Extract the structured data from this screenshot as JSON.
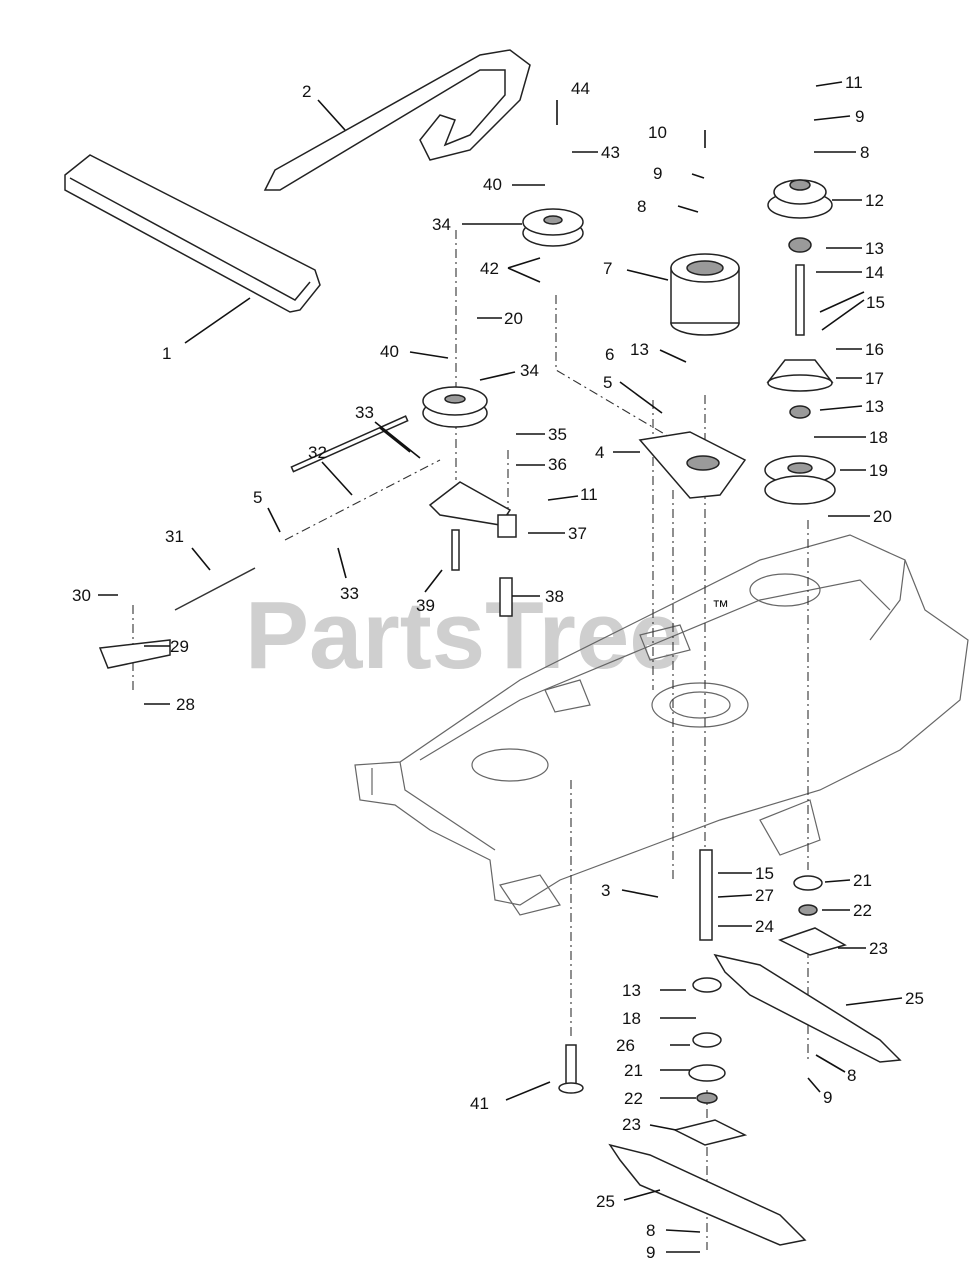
{
  "watermark": {
    "text": "PartsTree",
    "trademark": "™"
  },
  "callouts": {
    "c1": "1",
    "c2": "2",
    "c3": "3",
    "c4": "4",
    "c5a": "5",
    "c5b": "5",
    "c6": "6",
    "c7": "7",
    "c8a": "8",
    "c8b": "8",
    "c8c": "8",
    "c8d": "8",
    "c9a": "9",
    "c9b": "9",
    "c9c": "9",
    "c9d": "9",
    "c10": "10",
    "c11a": "11",
    "c11b": "11",
    "c12": "12",
    "c13a": "13",
    "c13b": "13",
    "c13c": "13",
    "c13d": "13",
    "c14": "14",
    "c15a": "15",
    "c15b": "15",
    "c16": "16",
    "c17": "17",
    "c18a": "18",
    "c18b": "18",
    "c19": "19",
    "c20a": "20",
    "c20b": "20",
    "c21a": "21",
    "c21b": "21",
    "c22a": "22",
    "c22b": "22",
    "c23a": "23",
    "c23b": "23",
    "c24": "24",
    "c25a": "25",
    "c25b": "25",
    "c26": "26",
    "c27": "27",
    "c28": "28",
    "c29": "29",
    "c30": "30",
    "c31": "31",
    "c32": "32",
    "c33a": "33",
    "c33b": "33",
    "c34a": "34",
    "c34b": "34",
    "c35": "35",
    "c36": "36",
    "c37": "37",
    "c38": "38",
    "c39": "39",
    "c40a": "40",
    "c40b": "40",
    "c41": "41",
    "c42": "42",
    "c43": "43",
    "c44": "44"
  }
}
